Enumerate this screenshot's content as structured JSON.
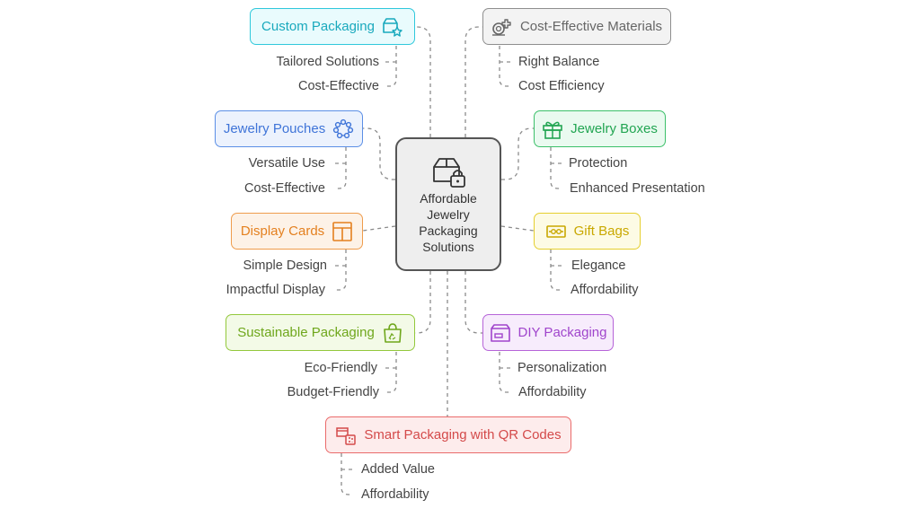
{
  "center": {
    "title": "Affordable Jewelry Packaging Solutions",
    "icon": "lock-box-icon"
  },
  "nodes": [
    {
      "label": "Custom Packaging",
      "icon": "box-star-icon",
      "color": "#19a9bd",
      "items": [
        "Tailored Solutions",
        "Cost-Effective"
      ]
    },
    {
      "label": "Cost-Effective Materials",
      "icon": "coins-icon",
      "color": "#666666",
      "items": [
        "Right Balance",
        "Cost Efficiency"
      ]
    },
    {
      "label": "Jewelry Pouches",
      "icon": "bead-ring-icon",
      "color": "#3f74d8",
      "items": [
        "Versatile Use",
        "Cost-Effective"
      ]
    },
    {
      "label": "Jewelry Boxes",
      "icon": "gift-icon",
      "color": "#22a552",
      "items": [
        "Protection",
        "Enhanced Presentation"
      ]
    },
    {
      "label": "Display Cards",
      "icon": "layout-card-icon",
      "color": "#e4801f",
      "items": [
        "Simple Design",
        "Impactful Display"
      ]
    },
    {
      "label": "Gift Bags",
      "icon": "ticket-icon",
      "color": "#c9a800",
      "items": [
        "Elegance",
        "Affordability"
      ]
    },
    {
      "label": "Sustainable Packaging",
      "icon": "recycle-bag-icon",
      "color": "#6fa71c",
      "items": [
        "Eco-Friendly",
        "Budget-Friendly"
      ]
    },
    {
      "label": "DIY Packaging",
      "icon": "crate-icon",
      "color": "#a045cc",
      "items": [
        "Personalization",
        "Affordability"
      ]
    },
    {
      "label": "Smart Packaging with QR Codes",
      "icon": "qr-scan-icon",
      "color": "#d44a4a",
      "items": [
        "Added Value",
        "Affordability"
      ]
    }
  ]
}
